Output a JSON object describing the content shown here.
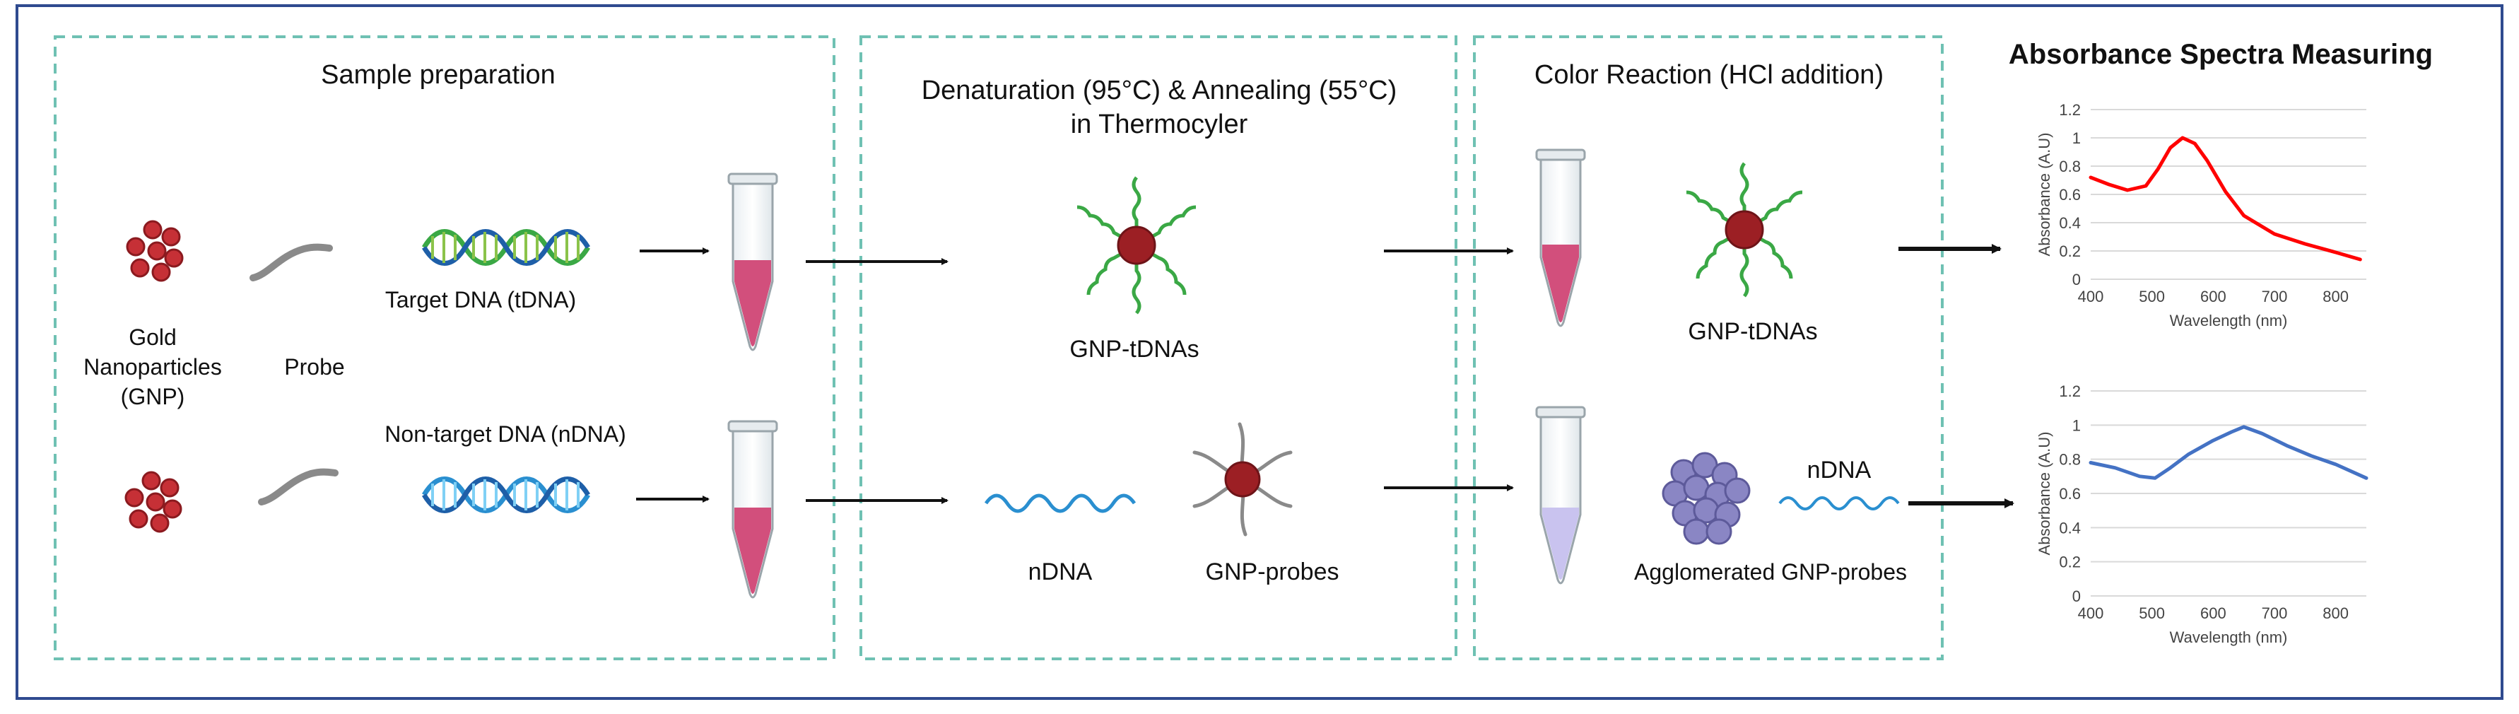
{
  "panels": {
    "sample_preparation": {
      "title": "Sample preparation",
      "gnp_label": [
        "Gold",
        "Nanoparticles",
        "(GNP)"
      ],
      "probe_label": "Probe",
      "target_label": "Target DNA (tDNA)",
      "nontarget_label": "Non-target DNA (nDNA)"
    },
    "denaturation": {
      "title_line1": "Denaturation (95°C) & Annealing (55°C)",
      "title_line2": "in Thermocyler",
      "gnp_tdnas_label": "GNP-tDNAs",
      "ndna_label": "nDNA",
      "gnp_probes_label": "GNP-probes"
    },
    "color_reaction": {
      "title": "Color Reaction (HCl addition)",
      "gnp_tdnas_label": "GNP-tDNAs",
      "ndna_label": "nDNA",
      "agglomerated_label": "Agglomerated GNP-probes"
    },
    "absorbance": {
      "title": "Absorbance Spectra Measuring"
    }
  },
  "colors": {
    "border": "#2f4a8f",
    "dashed": "#6fc1b3",
    "gnp": "#b5262b",
    "gnp_core": "#8b1a1f",
    "dna_green": "#3aa845",
    "dna_blue": "#2a8fd0",
    "tube_pink": "#d24f7c",
    "tube_lilac": "#c9c3ef",
    "agglomerate": "#8a86c4",
    "top_curve": "#ff0000",
    "bottom_curve": "#4472c4"
  },
  "chart_data": [
    {
      "type": "line",
      "title": "",
      "xlabel": "Wavelength (nm)",
      "ylabel": "Absorbance (A.U)",
      "xlim": [
        400,
        850
      ],
      "ylim": [
        0,
        1.2
      ],
      "xticks": [
        400,
        500,
        600,
        700,
        800
      ],
      "yticks": [
        0,
        0.2,
        0.4,
        0.6,
        0.8,
        1,
        1.2
      ],
      "grid": true,
      "series": [
        {
          "color": "#ff0000",
          "x": [
            400,
            430,
            460,
            490,
            510,
            530,
            550,
            570,
            590,
            620,
            650,
            700,
            750,
            800,
            840
          ],
          "y": [
            0.72,
            0.67,
            0.63,
            0.66,
            0.78,
            0.93,
            1.0,
            0.96,
            0.84,
            0.62,
            0.45,
            0.32,
            0.25,
            0.19,
            0.14
          ]
        }
      ]
    },
    {
      "type": "line",
      "title": "",
      "xlabel": "Wavelength (nm)",
      "ylabel": "Absorbance (A.U)",
      "xlim": [
        400,
        850
      ],
      "ylim": [
        0,
        1.2
      ],
      "xticks": [
        400,
        500,
        600,
        700,
        800
      ],
      "yticks": [
        0,
        0.2,
        0.4,
        0.6,
        0.8,
        1,
        1.2
      ],
      "grid": true,
      "series": [
        {
          "color": "#4472c4",
          "x": [
            400,
            440,
            480,
            505,
            530,
            560,
            600,
            630,
            650,
            680,
            720,
            760,
            800,
            850
          ],
          "y": [
            0.78,
            0.75,
            0.7,
            0.69,
            0.75,
            0.83,
            0.91,
            0.96,
            0.99,
            0.95,
            0.88,
            0.82,
            0.77,
            0.69
          ]
        }
      ]
    }
  ]
}
